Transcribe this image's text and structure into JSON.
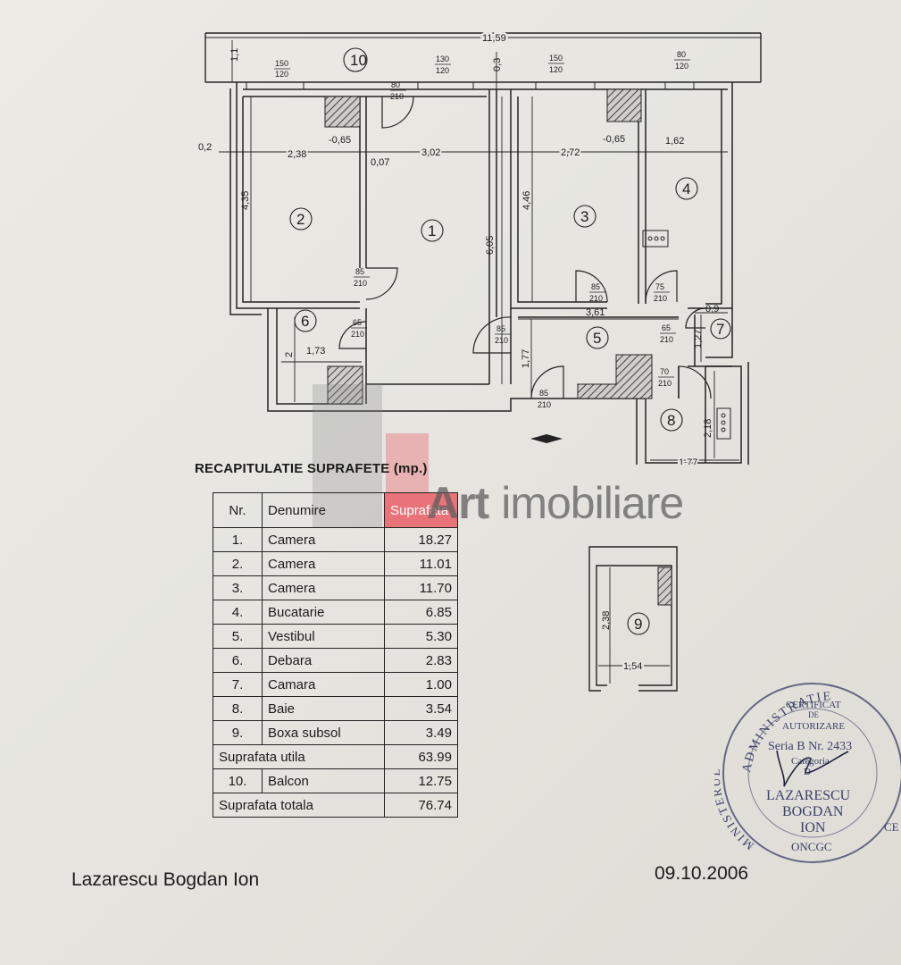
{
  "plan": {
    "overall_width": "11,59",
    "dims": {
      "balcony_depth": "1,1",
      "wall_03": "0,3",
      "wall_02": "0,2",
      "dim_238": "2,38",
      "dim_065a": "-0,65",
      "dim_007": "0,07",
      "dim_302": "3,02",
      "dim_272": "2,72",
      "dim_065b": "-0,65",
      "dim_162": "1,62",
      "dim_435": "4,35",
      "dim_605": "6,05",
      "dim_446": "4,46",
      "dim_361": "3,61",
      "dim_09": "0,9",
      "dim_127": "1,27",
      "dim_173": "1,73",
      "dim_2": "2",
      "dim_177": "1,77",
      "dim_218": "2,18",
      "dim_177b": "1,77",
      "dim_238b": "2,38",
      "dim_154": "1,54"
    },
    "openings": [
      {
        "top": "150",
        "bottom": "120"
      },
      {
        "top": "130",
        "bottom": "120"
      },
      {
        "top": "150",
        "bottom": "120"
      },
      {
        "top": "80",
        "bottom": "120"
      },
      {
        "top": "80",
        "bottom": "210"
      },
      {
        "top": "85",
        "bottom": "210"
      },
      {
        "top": "85",
        "bottom": "210"
      },
      {
        "top": "75",
        "bottom": "210"
      },
      {
        "top": "65",
        "bottom": "210"
      },
      {
        "top": "85",
        "bottom": "210"
      },
      {
        "top": "65",
        "bottom": "210"
      },
      {
        "top": "70",
        "bottom": "210"
      },
      {
        "top": "85",
        "bottom": "210"
      }
    ],
    "rooms": [
      "1",
      "2",
      "3",
      "4",
      "5",
      "6",
      "7",
      "8",
      "9",
      "10"
    ]
  },
  "recap": {
    "title": "RECAPITULATIE SUPRAFETE (mp.)",
    "headers": {
      "nr": "Nr.",
      "denumire": "Denumire",
      "suprafata": "Suprafata"
    },
    "rows": [
      {
        "nr": "1.",
        "denumire": "Camera",
        "suprafata": "18.27"
      },
      {
        "nr": "2.",
        "denumire": "Camera",
        "suprafata": "11.01"
      },
      {
        "nr": "3.",
        "denumire": "Camera",
        "suprafata": "11.70"
      },
      {
        "nr": "4.",
        "denumire": "Bucatarie",
        "suprafata": "6.85"
      },
      {
        "nr": "5.",
        "denumire": "Vestibul",
        "suprafata": "5.30"
      },
      {
        "nr": "6.",
        "denumire": "Debara",
        "suprafata": "2.83"
      },
      {
        "nr": "7.",
        "denumire": "Camara",
        "suprafata": "1.00"
      },
      {
        "nr": "8.",
        "denumire": "Baie",
        "suprafata": "3.54"
      },
      {
        "nr": "9.",
        "denumire": "Boxa subsol",
        "suprafata": "3.49"
      }
    ],
    "utila_label": "Suprafata utila",
    "utila_value": "63.99",
    "balcon": {
      "nr": "10.",
      "denumire": "Balcon",
      "suprafata": "12.75"
    },
    "totala_label": "Suprafata totala",
    "totala_value": "76.74"
  },
  "watermark": {
    "brand": "Art",
    "suffix": "imobiliare"
  },
  "stamp": {
    "ring_top": "ADMINISTRATIE",
    "ring_left": "MINISTERUL",
    "line1": "CERTIFICAT",
    "line2": "DE",
    "line3": "AUTORIZARE",
    "serie_label": "Seria B Nr. 2433",
    "categoria": "Categoria",
    "cat_value": "D",
    "name1": "LAZARESCU",
    "name2": "BOGDAN",
    "name3": "ION",
    "agency": "ONCGC",
    "ring_right": "CE"
  },
  "author": "Lazarescu Bogdan Ion",
  "date": "09.10.2006",
  "colors": {
    "watermark_red": "#e8747a",
    "watermark_grey": "#5b5b5b",
    "stamp_blue": "#3a3f6a"
  }
}
